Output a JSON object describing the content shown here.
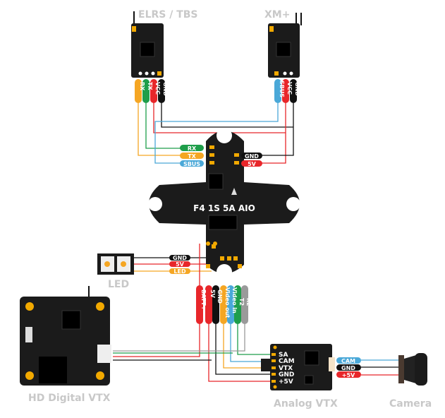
{
  "components": {
    "elrs": {
      "label": "ELRS / TBS",
      "pins": [
        "RX",
        "TX",
        "VCC",
        "GND"
      ]
    },
    "xm": {
      "label": "XM+",
      "pins": [
        "SBUS",
        "VCC",
        "GND"
      ]
    },
    "fc": {
      "label": "F4 1S 5A AIO",
      "left_pads": [
        "RX",
        "TX",
        "SBUS"
      ],
      "right_pads": [
        "GND",
        "5V"
      ],
      "led_pads": [
        "GND",
        "5V",
        "LED"
      ],
      "bottom_pads": [
        "BATT+",
        "5V",
        "GND",
        "Video out",
        "Video in",
        "T2",
        "R2"
      ]
    },
    "led": {
      "label": "LED"
    },
    "hd_vtx": {
      "label": "HD Digital VTX"
    },
    "analog_vtx": {
      "label": "Analog VTX",
      "pins": [
        "SA",
        "CAM",
        "VTX",
        "GND",
        "+5V"
      ]
    },
    "camera": {
      "label": "Camera",
      "pins": [
        "CAM",
        "GND",
        "+5V"
      ]
    }
  },
  "colors": {
    "red": "#e8262a",
    "orange": "#f5a623",
    "green": "#1e9e4a",
    "blue": "#4aa8d8",
    "black": "#111111",
    "gray": "#9a9a9a",
    "board": "#1b1b1b",
    "pad": "#f2a900"
  }
}
